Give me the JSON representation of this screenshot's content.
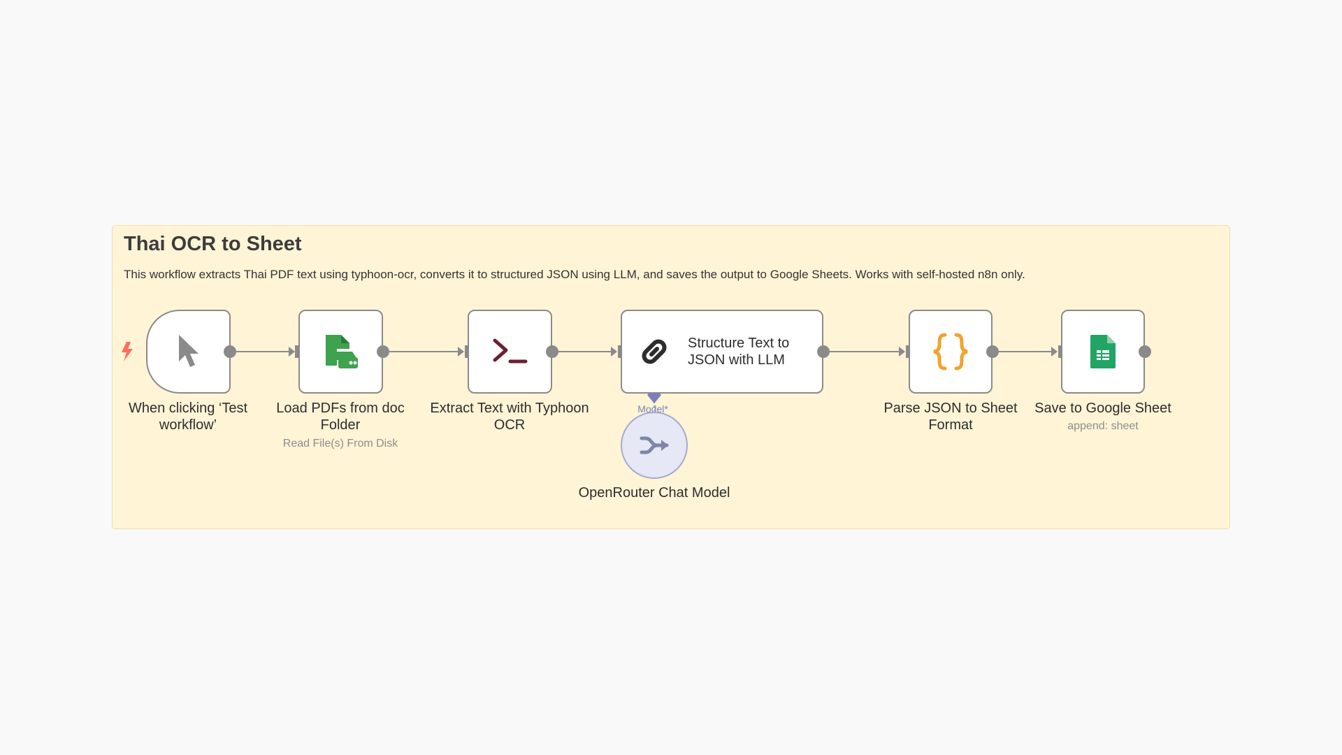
{
  "sticky": {
    "title": "Thai OCR to Sheet",
    "description": "This workflow extracts Thai PDF text using typhoon-ocr, converts it to structured JSON using LLM, and saves the output to Google Sheets. Works with self-hosted n8n only."
  },
  "nodes": [
    {
      "name": "When clicking ‘Test workflow’",
      "icon": "cursor-icon"
    },
    {
      "name": "Load PDFs from doc Folder",
      "subtitle": "Read File(s) From Disk",
      "icon": "file-disk-icon"
    },
    {
      "name": "Extract Text with Typhoon OCR",
      "icon": "terminal-icon"
    },
    {
      "name": "Structure Text to JSON with LLM",
      "icon": "chain-link-icon",
      "port_label": "Model*"
    },
    {
      "name": "OpenRouter Chat Model",
      "icon": "openrouter-icon"
    },
    {
      "name": "Parse JSON to Sheet Format",
      "icon": "braces-icon"
    },
    {
      "name": "Save to Google Sheet",
      "subtitle": "append: sheet",
      "icon": "google-sheets-icon"
    }
  ],
  "colors": {
    "sticky_bg": "#fff4d6",
    "edge": "#8a8a8a",
    "trigger": "#ff6d5a",
    "file_icon": "#3fa24f",
    "terminal_icon": "#6b1f34",
    "braces_icon": "#f2a22c",
    "sheets_icon": "#21a464",
    "ai_port": "#7a80b8"
  }
}
